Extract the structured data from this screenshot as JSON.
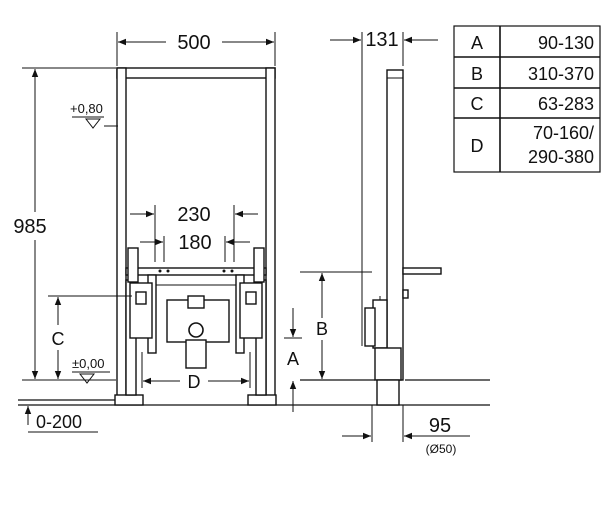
{
  "front_view": {
    "width_label": "500",
    "height_label": "985",
    "top_level_label": "+0,80",
    "zero_level_label": "±0,00",
    "bracket_outer_label": "230",
    "bracket_inner_label": "180",
    "label_c": "C",
    "label_d": "D",
    "floor_adjust_label": "0-200"
  },
  "side_view": {
    "depth_label": "131",
    "label_a": "A",
    "label_b": "B",
    "offset_label": "95",
    "pipe_label": "(Ø50)"
  },
  "dimension_table": {
    "rows": [
      {
        "key": "A",
        "value": "90-130"
      },
      {
        "key": "B",
        "value": "310-370"
      },
      {
        "key": "C",
        "value": "63-283"
      },
      {
        "key": "D",
        "value_line1": "70-160/",
        "value_line2": "290-380"
      }
    ]
  },
  "colors": {
    "ink": "#111111",
    "background": "#ffffff"
  }
}
